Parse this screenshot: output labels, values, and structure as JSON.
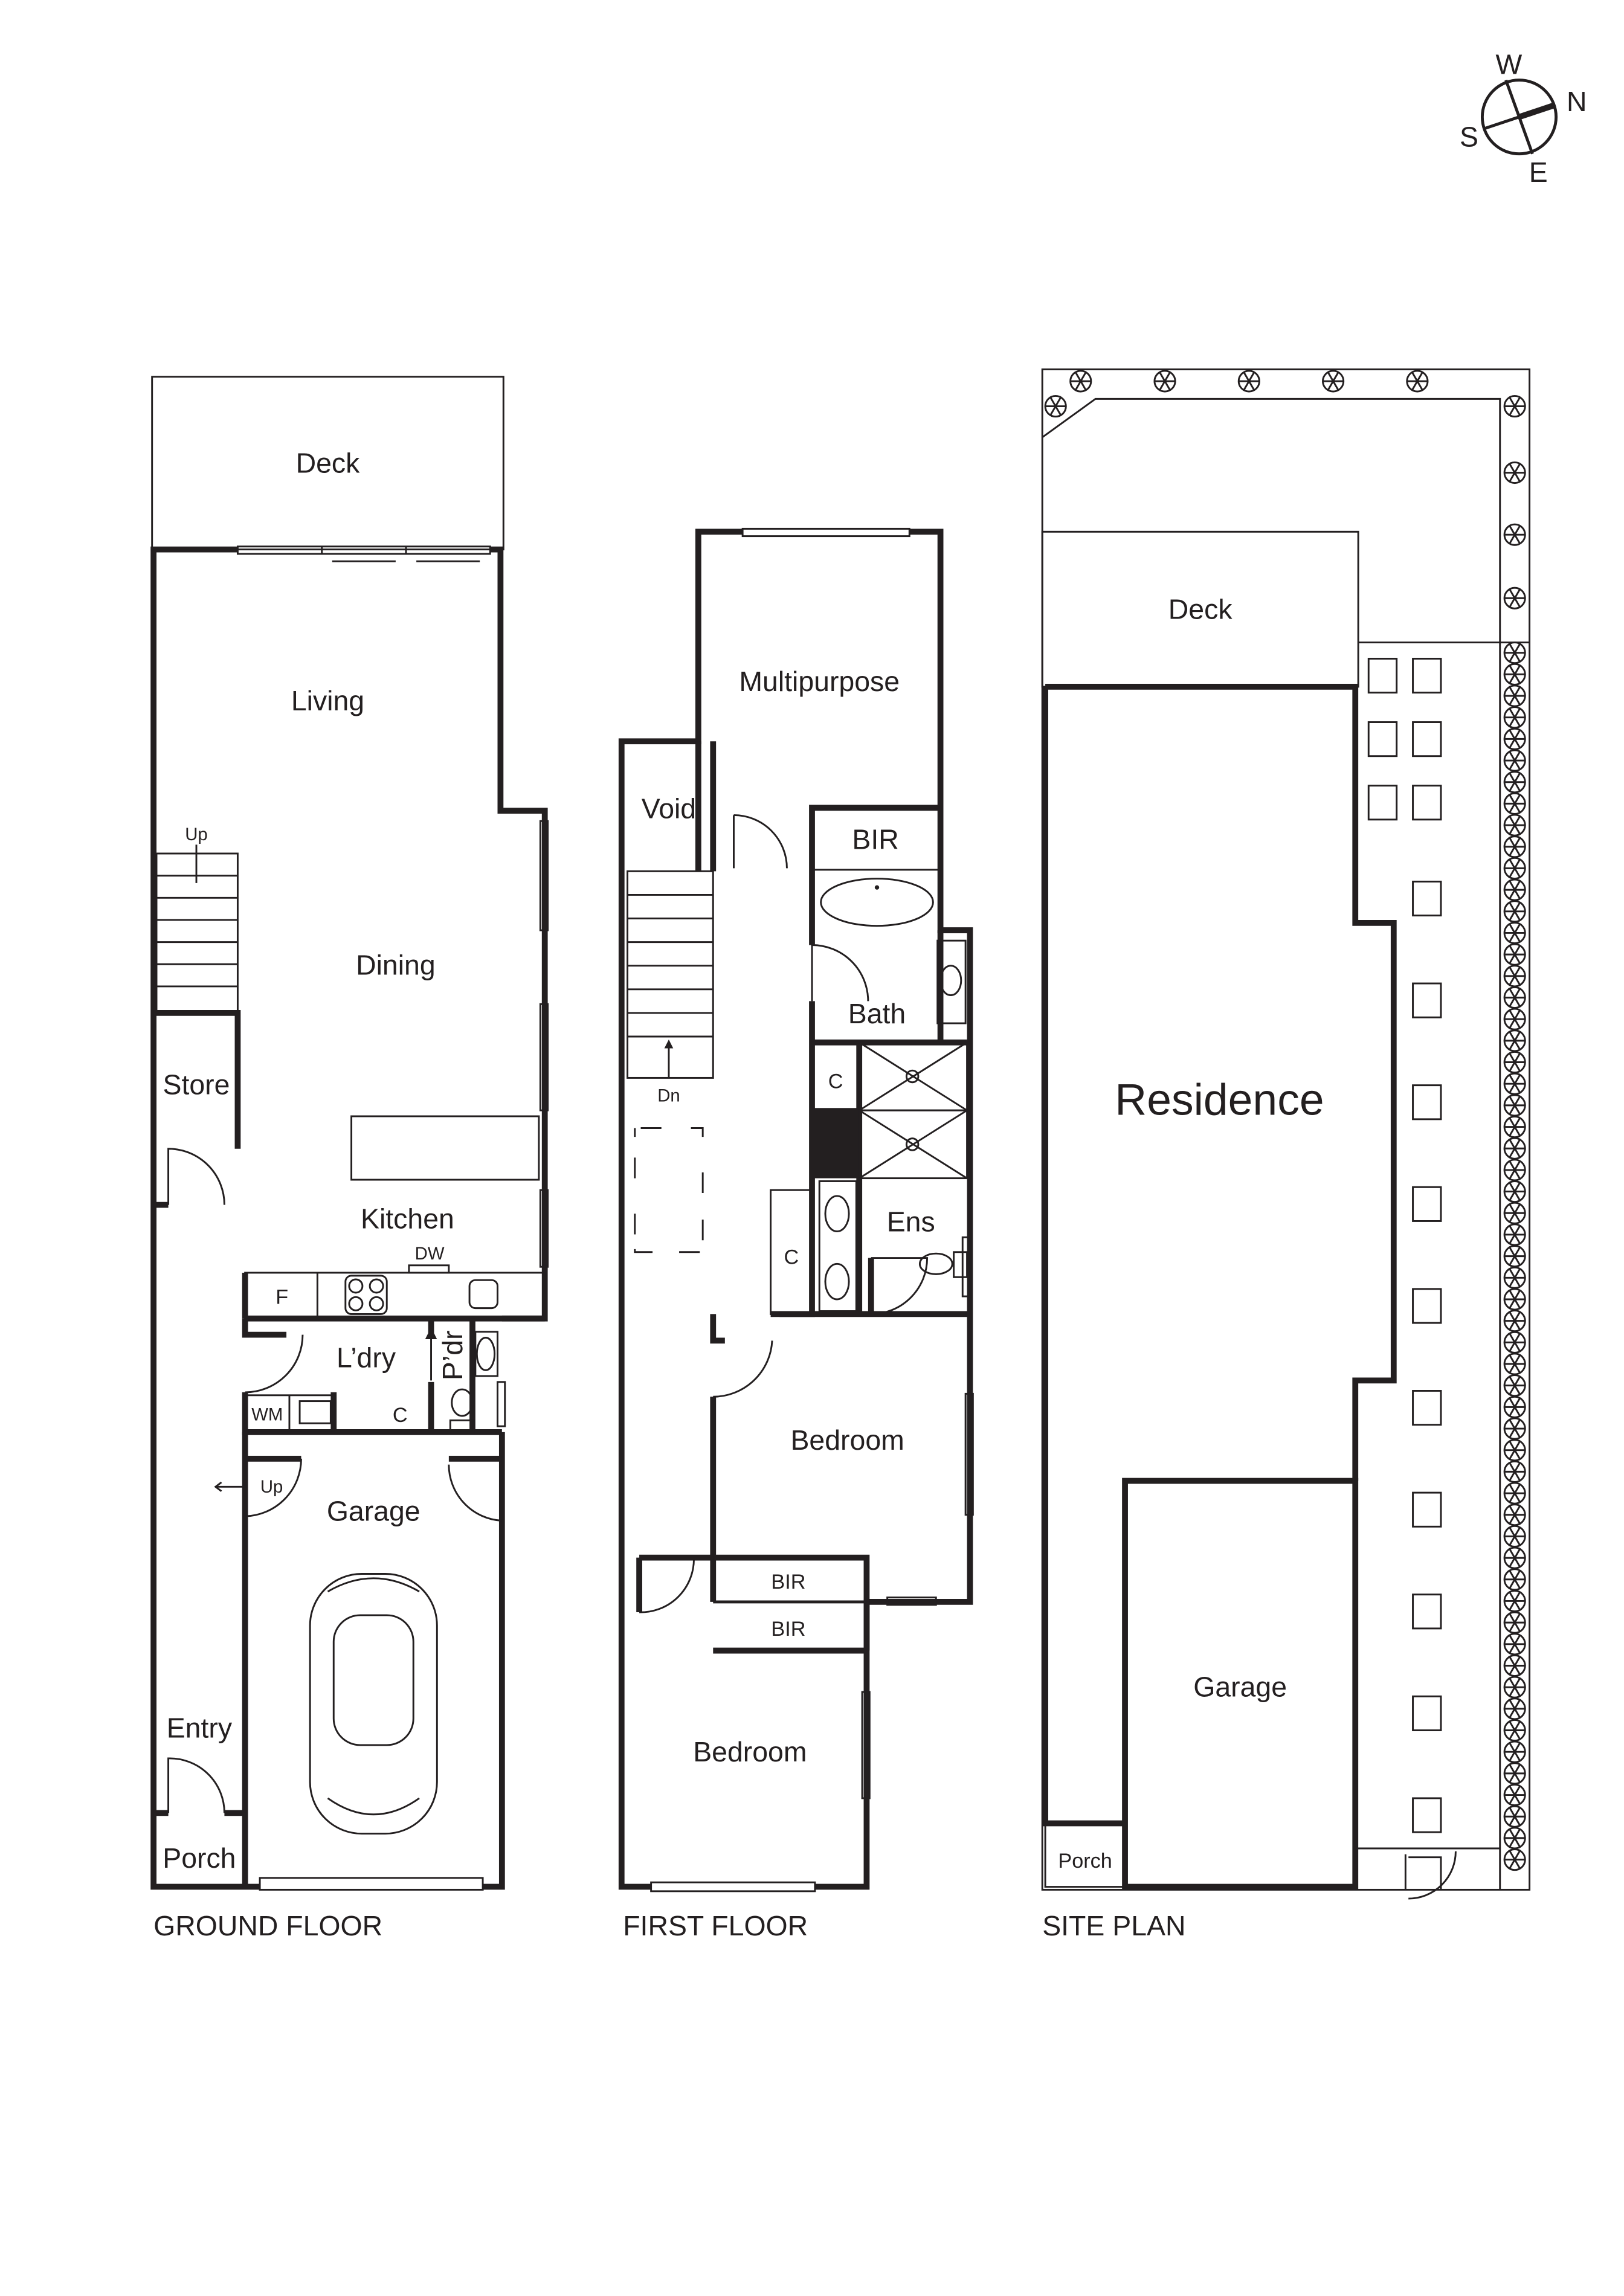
{
  "compass": {
    "north": "N",
    "south": "S",
    "east": "E",
    "west": "W"
  },
  "ground_floor": {
    "caption": "GROUND FLOOR",
    "rooms": {
      "deck": "Deck",
      "living": "Living",
      "dining": "Dining",
      "kitchen": "Kitchen",
      "store": "Store",
      "laundry": "L’dry",
      "powder": "P’dr",
      "garage": "Garage",
      "entry": "Entry",
      "porch": "Porch"
    },
    "fixtures": {
      "dishwasher": "DW",
      "fridge": "F",
      "washing_machine": "WM",
      "cupboard": "C",
      "stairs_up": "Up",
      "garage_up": "Up"
    }
  },
  "first_floor": {
    "caption": "FIRST FLOOR",
    "rooms": {
      "multipurpose": "Multipurpose",
      "void": "Void",
      "bir_1": "BIR",
      "bath": "Bath",
      "cupboard_1": "C",
      "cupboard_2": "C",
      "ensuite": "Ens",
      "bedroom_1": "Bedroom",
      "bir_2": "BIR",
      "bir_3": "BIR",
      "bedroom_2": "Bedroom"
    },
    "fixtures": {
      "stairs_down": "Dn"
    }
  },
  "site_plan": {
    "caption": "SITE PLAN",
    "labels": {
      "deck": "Deck",
      "residence": "Residence",
      "garage": "Garage",
      "porch": "Porch"
    }
  }
}
